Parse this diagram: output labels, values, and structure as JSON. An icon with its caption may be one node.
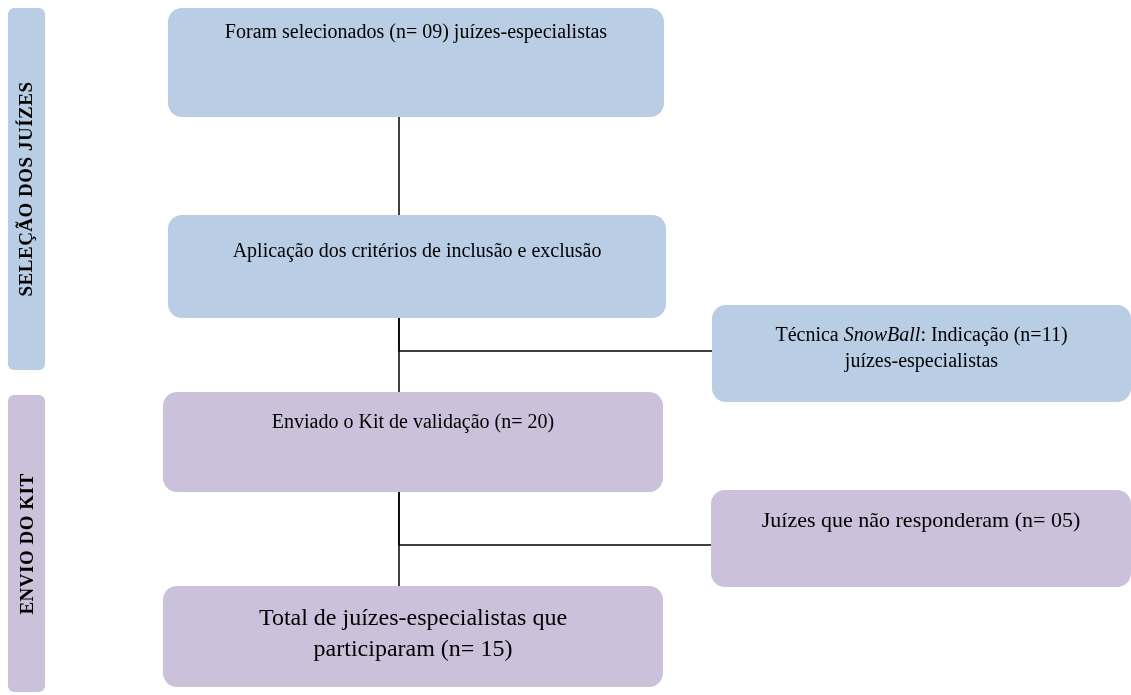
{
  "diagram": {
    "nodes": [
      {
        "text": [
          "SELEÇÃO DOS JUÍZES"
        ]
      },
      {
        "text": [
          "ENVIO DO KIT"
        ]
      },
      {
        "text": [
          "Foram selecionados (n= 09) juízes-especialistas"
        ]
      },
      {
        "text": [
          "Aplicação dos critérios de inclusão e exclusão"
        ]
      },
      {
        "text": [
          "Técnica *SnowBall*: Indicação (n=11) juízes-especialistas"
        ]
      },
      {
        "text": [
          "Enviado o Kit de validação (n= 20)"
        ]
      },
      {
        "text": [
          "Juízes que não responderam (n= 05)"
        ]
      },
      {
        "text": [
          "Total de juízes-especialistas que participaram (n= 15)"
        ]
      }
    ],
    "edges": [
      {
        "from": 2,
        "to": 3,
        "arrow": "none"
      },
      {
        "from": 3,
        "to": 5,
        "arrow": "none"
      },
      {
        "from": 3,
        "to": 4,
        "arrow": "none"
      },
      {
        "from": 5,
        "to": 7,
        "arrow": "none"
      },
      {
        "from": 5,
        "to": 6,
        "arrow": "none"
      }
    ]
  }
}
